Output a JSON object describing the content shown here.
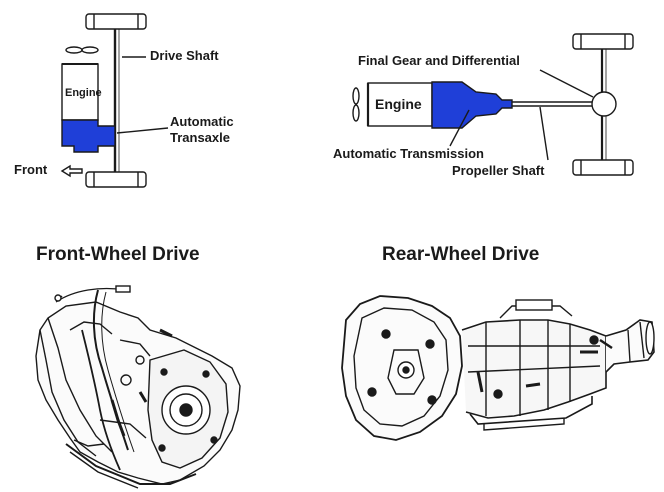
{
  "front_diagram": {
    "drive_shaft_label": "Drive Shaft",
    "engine_label": "Engine",
    "transaxle_label_line1": "Automatic",
    "transaxle_label_line2": "Transaxle",
    "front_label": "Front"
  },
  "rear_diagram": {
    "final_gear_label": "Final Gear and Differential",
    "engine_label": "Engine",
    "transmission_label": "Automatic Transmission",
    "propeller_label": "Propeller Shaft"
  },
  "headings": {
    "front_wheel_drive": "Front-Wheel Drive",
    "rear_wheel_drive": "Rear-Wheel Drive"
  },
  "colors": {
    "accent_blue": "#1f3fd8",
    "ink": "#1a1a1a"
  }
}
